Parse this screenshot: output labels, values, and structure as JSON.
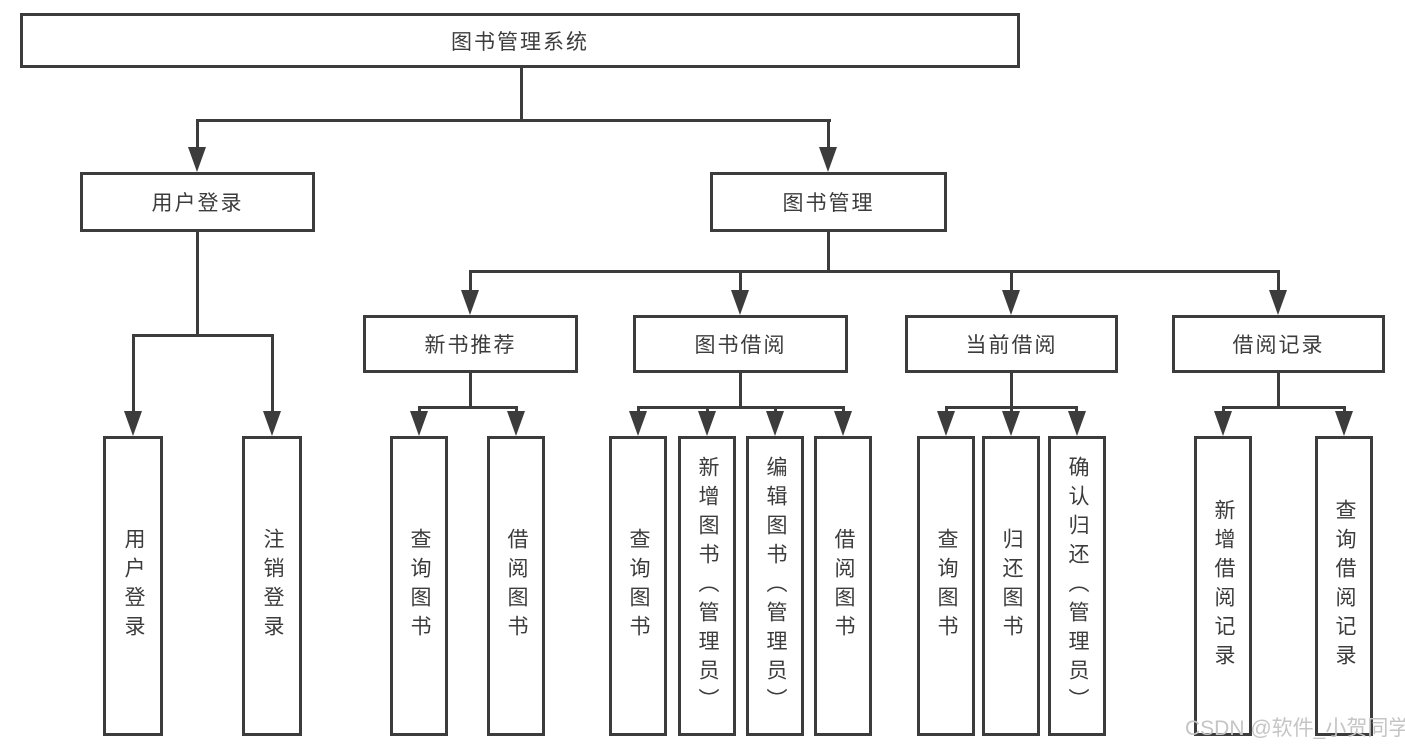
{
  "tree": {
    "label": "图书管理系统",
    "children": [
      {
        "label": "用户登录",
        "children": [
          {
            "label": "用户登录"
          },
          {
            "label": "注销登录"
          }
        ]
      },
      {
        "label": "图书管理",
        "children": [
          {
            "label": "新书推荐",
            "children": [
              {
                "label": "查询图书"
              },
              {
                "label": "借阅图书"
              }
            ]
          },
          {
            "label": "图书借阅",
            "children": [
              {
                "label": "查询图书"
              },
              {
                "label": "新增图书（管理员）"
              },
              {
                "label": "编辑图书（管理员）"
              },
              {
                "label": "借阅图书"
              }
            ]
          },
          {
            "label": "当前借阅",
            "children": [
              {
                "label": "查询图书"
              },
              {
                "label": "归还图书"
              },
              {
                "label": "确认归还（管理员）"
              }
            ]
          },
          {
            "label": "借阅记录",
            "children": [
              {
                "label": "新增借阅记录"
              },
              {
                "label": "查询借阅记录"
              }
            ]
          }
        ]
      }
    ]
  },
  "watermark": "CSDN @软件_小贺同学",
  "colors": {
    "line": "#3c3c3c",
    "text": "#3c3c3c",
    "background": "#ffffff",
    "watermark": "#c5c5c5"
  }
}
